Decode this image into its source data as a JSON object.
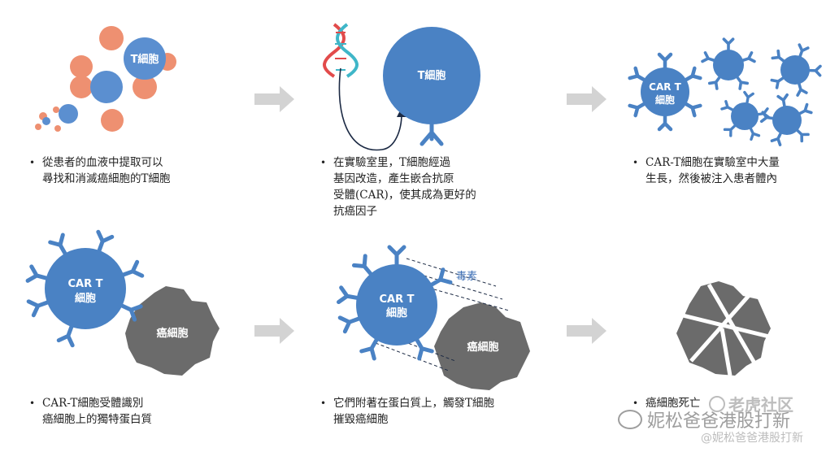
{
  "colors": {
    "blue": "#4a82c4",
    "blue_light": "#5b8fd0",
    "orange": "#ee9071",
    "gray": "#6b6b6b",
    "arrow": "#d3d3d3",
    "dna_red": "#e24b4b",
    "dna_teal": "#3fb6c8",
    "toxin_text": "#3d6fb6"
  },
  "labels": {
    "t_cell": "T細胞",
    "car_t_line1": "CAR T",
    "car_t_line2": "細胞",
    "cancer_cell": "癌細胞",
    "toxin": "毒素"
  },
  "steps": [
    {
      "bullet": "•",
      "lines": [
        "從患者的血液中提取可以",
        "尋找和消滅癌細胞的T細胞"
      ]
    },
    {
      "bullet": "•",
      "lines": [
        "在實驗室里，T細胞經過",
        "基因改造，產生嵌合抗原",
        "受體(CAR)，使其成為更好的",
        "抗癌因子"
      ]
    },
    {
      "bullet": "•",
      "lines": [
        "CAR-T細胞在實驗室中大量",
        "生長，然後被注入患者體內"
      ]
    },
    {
      "bullet": "•",
      "lines": [
        "CAR-T細胞受體識別",
        "癌細胞上的獨特蛋白質"
      ]
    },
    {
      "bullet": "•",
      "lines": [
        "它們附著在蛋白質上，觸發T細胞",
        "摧毀癌細胞"
      ]
    },
    {
      "bullet": "•",
      "lines": [
        "癌細胞死亡"
      ]
    }
  ],
  "watermarks": {
    "logo": "老虎社区",
    "name": "妮松爸爸港股打新",
    "handle": "@妮松爸爸港股打新"
  },
  "icons": [
    "wechat-icon",
    "tiger-logo-icon",
    "dna-icon"
  ]
}
